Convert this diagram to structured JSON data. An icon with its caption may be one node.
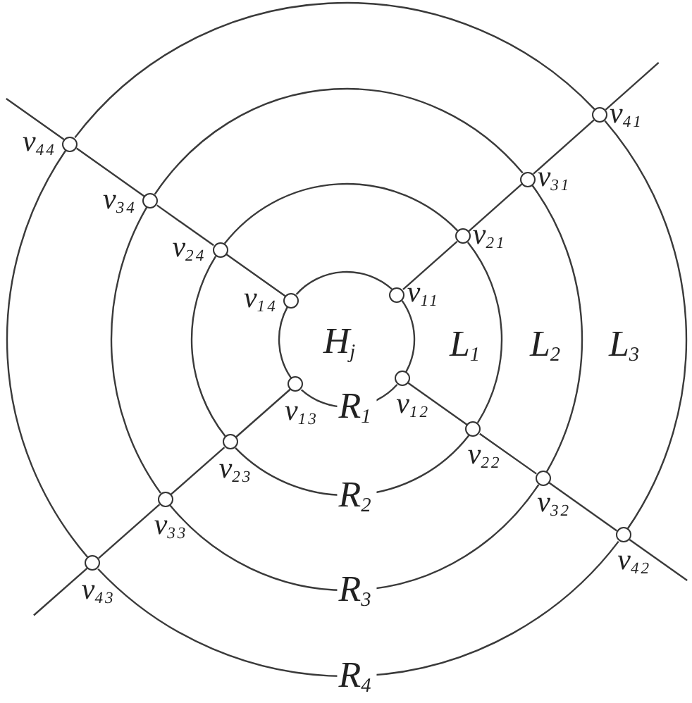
{
  "diagram": {
    "nodes": [
      {
        "text": [],
        "shape": "circle",
        "beside": [
          "v$_{41}$"
        ]
      },
      {
        "text": [],
        "shape": "circle",
        "beside": [
          "v$_{44}$"
        ]
      },
      {
        "text": [],
        "shape": "circle",
        "beside": [
          "v$_{31}$"
        ]
      },
      {
        "text": [],
        "shape": "circle",
        "beside": [
          "v$_{34}$"
        ]
      },
      {
        "text": [],
        "shape": "circle",
        "beside": [
          "v$_{21}$"
        ]
      },
      {
        "text": [],
        "shape": "circle",
        "beside": [
          "v$_{24}$"
        ]
      },
      {
        "text": [],
        "shape": "circle",
        "beside": [
          "v$_{11}$"
        ]
      },
      {
        "text": [],
        "shape": "circle",
        "beside": [
          "v$_{14}$"
        ]
      },
      {
        "text": [],
        "shape": "circle",
        "beside": [
          "v$_{12}$"
        ]
      },
      {
        "text": [],
        "shape": "circle",
        "beside": [
          "v$_{13}$"
        ]
      },
      {
        "text": [],
        "shape": "circle",
        "beside": [
          "v$_{22}$"
        ]
      },
      {
        "text": [],
        "shape": "circle",
        "beside": [
          "v$_{23}$"
        ]
      },
      {
        "text": [],
        "shape": "circle",
        "beside": [
          "v$_{32}$"
        ]
      },
      {
        "text": [],
        "shape": "circle",
        "beside": [
          "v$_{33}$"
        ]
      },
      {
        "text": [],
        "shape": "circle",
        "beside": [
          "v$_{42}$"
        ]
      },
      {
        "text": [],
        "shape": "circle",
        "beside": [
          "v$_{43}$"
        ]
      }
    ],
    "edges": [
      {
        "from": 6,
        "to": 4,
        "arrow": "none"
      },
      {
        "from": 4,
        "to": 2,
        "arrow": "none"
      },
      {
        "from": 2,
        "to": 0,
        "arrow": "none"
      },
      {
        "from": 0,
        "to": null,
        "arrow": "none"
      },
      {
        "from": 8,
        "to": 10,
        "arrow": "none"
      },
      {
        "from": 10,
        "to": 12,
        "arrow": "none"
      },
      {
        "from": 12,
        "to": 14,
        "arrow": "none"
      },
      {
        "from": 14,
        "to": null,
        "arrow": "none"
      },
      {
        "from": 9,
        "to": 11,
        "arrow": "none"
      },
      {
        "from": 11,
        "to": 13,
        "arrow": "none"
      },
      {
        "from": 13,
        "to": 15,
        "arrow": "none"
      },
      {
        "from": 15,
        "to": null,
        "arrow": "none"
      },
      {
        "from": 7,
        "to": 5,
        "arrow": "none"
      },
      {
        "from": 5,
        "to": 3,
        "arrow": "none"
      },
      {
        "from": 3,
        "to": 1,
        "arrow": "none"
      },
      {
        "from": 1,
        "to": null,
        "arrow": "none"
      },
      {
        "from": 6,
        "to": 8,
        "arrow": "none"
      },
      {
        "from": 8,
        "to": 9,
        "arrow": "none"
      },
      {
        "from": 9,
        "to": 7,
        "arrow": "none"
      },
      {
        "from": 7,
        "to": 6,
        "arrow": "none"
      },
      {
        "from": 4,
        "to": 10,
        "arrow": "none"
      },
      {
        "from": 10,
        "to": 11,
        "arrow": "none"
      },
      {
        "from": 11,
        "to": 5,
        "arrow": "none"
      },
      {
        "from": 5,
        "to": 4,
        "arrow": "none"
      },
      {
        "from": 2,
        "to": 12,
        "arrow": "none"
      },
      {
        "from": 12,
        "to": 13,
        "arrow": "none"
      },
      {
        "from": 13,
        "to": 3,
        "arrow": "none"
      },
      {
        "from": 3,
        "to": 2,
        "arrow": "none"
      },
      {
        "from": 0,
        "to": 14,
        "arrow": "none"
      },
      {
        "from": 14,
        "to": 15,
        "arrow": "none"
      },
      {
        "from": 15,
        "to": 1,
        "arrow": "none"
      },
      {
        "from": 1,
        "to": 0,
        "arrow": "none"
      }
    ],
    "labels": [
      "H$_{j}$",
      "L$_{1}$",
      "L$_{2}$",
      "L$_{3}$",
      "R$_{1}$",
      "R$_{2}$",
      "R$_{3}$",
      "R$_{4}$"
    ]
  }
}
